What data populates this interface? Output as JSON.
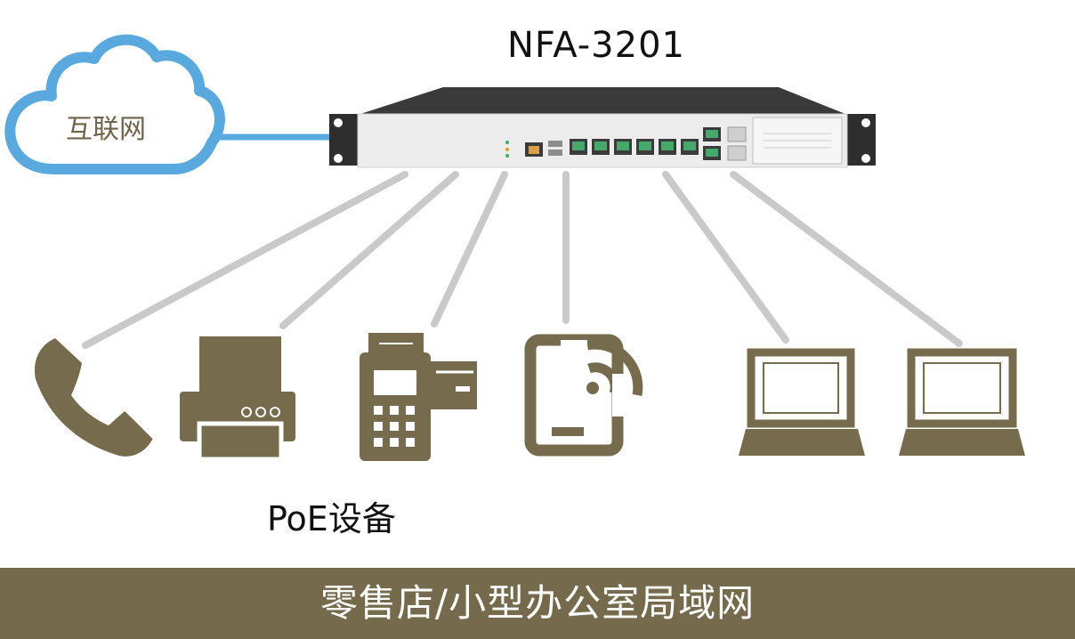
{
  "device": {
    "model": "NFA-3201"
  },
  "cloud": {
    "label": "互联网"
  },
  "poe": {
    "label": "PoE设备"
  },
  "footer": {
    "text": "零售店/小型办公室局域网"
  },
  "colors": {
    "icon": "#776b4e",
    "footer_bg": "#766a4c",
    "cloud_stroke": "#5aa9de",
    "link_line": "#c9c9c9",
    "port_green": "#46a86b"
  },
  "icons": [
    "cloud-icon",
    "phone-icon",
    "printer-icon",
    "pos-terminal-icon",
    "mobile-wifi-icon",
    "laptop-icon",
    "laptop-icon"
  ]
}
